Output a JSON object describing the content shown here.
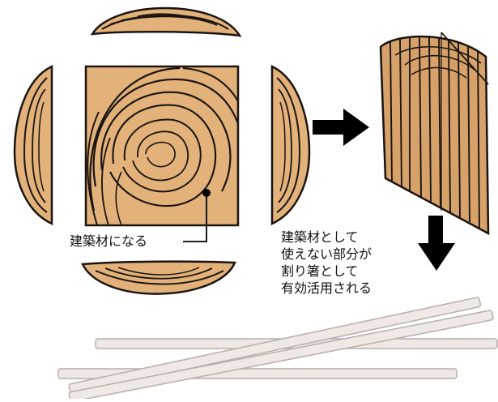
{
  "labels": {
    "building_material": "建築材になる",
    "usage_note": [
      "建築材として",
      "使えない部分が",
      "割り箸として",
      "有効活用される"
    ]
  },
  "colors": {
    "wood": "#e2b27a",
    "wood_shade": "#d7a26a",
    "ring_line": "#1b1410",
    "arrow": "#000000",
    "chopstick": "#efe8e5",
    "chopstick_edge": "#b9aeaa"
  }
}
